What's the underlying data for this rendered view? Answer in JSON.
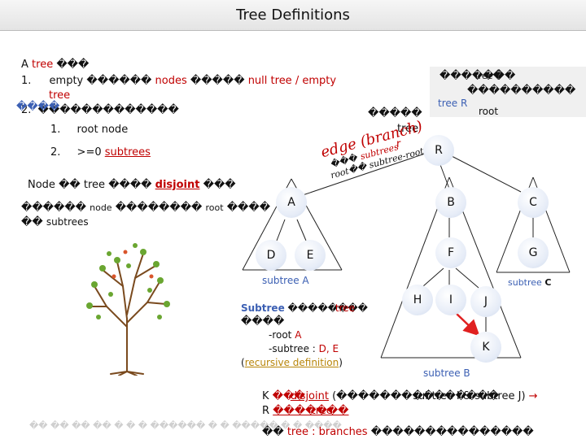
{
  "title": "Tree Definitions",
  "left_block": {
    "line1_prefix": "A",
    "line1_word": "tree",
    "line1_glyphs": "���",
    "item1_num": "1.",
    "item1_a": "empty",
    "item1_glyphs1": "������",
    "item1_nodes": "nodes",
    "item1_glyphs2": "�����",
    "item1_null": "null",
    "item1_rest": "tree / empty",
    "item1_tree": "tree",
    "item2_num": "2.",
    "item2_glyphs": "�������������",
    "item2_glyphs_overlay": "����",
    "sub1_num": "1.",
    "sub1_text": "root node",
    "sub2_num": "2.",
    "sub2_text": ">=0",
    "sub2_subtrees": "subtrees",
    "node_line_a": "Node",
    "node_line_glyphs1": "��",
    "node_line_tree": "tree",
    "node_line_glyphs2": "����",
    "node_line_disjoint": "disjoint",
    "node_line_glyphs3": "���",
    "long_line_glyphs": "������",
    "long_line_node": "node",
    "long_line_glyphs2": "��������",
    "long_line_root": "root",
    "long_line_glyphs3": "����",
    "long_line2_glyphs": "��",
    "long_line2_subtrees": "subtrees"
  },
  "right_panel": {
    "glyphs1": "�������",
    "tree_word": "tree",
    "glyphs_end": "�",
    "glyphs2": "����������",
    "tree_r": "tree R",
    "root_word": "root",
    "glyphs3": "�����",
    "tree_label": "tree",
    "r_label": "r"
  },
  "edge_annotation": {
    "edge_word": "edge (branch)",
    "glyphs": "���",
    "subtrees_word": "subtrees",
    "root_glyphs": "root��",
    "subtree_root": "subtree-root"
  },
  "nodes": {
    "R": "R",
    "A": "A",
    "B": "B",
    "C": "C",
    "D": "D",
    "E": "E",
    "F": "F",
    "G": "G",
    "H": "H",
    "I": "I",
    "J": "J",
    "K": "K"
  },
  "labels": {
    "subtree_a": "subtree A",
    "subtree_c_prefix": "subtree",
    "subtree_c_letter": "C",
    "subtree_b": "subtree B"
  },
  "subtree_def": {
    "subtree_word": "Subtree",
    "glyphs": "��������",
    "tree_word": "tree",
    "glyphs2": "����",
    "root_line": "-root",
    "root_val": "A",
    "sub_line": "-subtree :",
    "sub_val": "D,  E",
    "recursive_open": "(",
    "recursive": "recursive definition",
    "recursive_close": ")"
  },
  "bottom": {
    "k_line_a": "K",
    "k_glyphs": "���",
    "k_disjoint": "disjoint",
    "k_glyphs2": "(���������������",
    "k_subtree": "subtree I & subtree J)",
    "arrow": "→",
    "r_line_a": "R",
    "r_glyphs": "�������",
    "r_tree": "tree",
    "faint_line": "�� �� �� �� � � � ������ � � ����� � � ����",
    "last_glyphs": "��",
    "last_tree": "tree",
    "last_rest": ": branches",
    "last_glyphs2": "���������������"
  },
  "colors": {
    "red": "#c00000",
    "blue": "#3b5fb3",
    "node_fill": "#dfe6f4",
    "arrow_red": "#e02020"
  },
  "icons": {
    "tree_image": "tree-illustration"
  }
}
